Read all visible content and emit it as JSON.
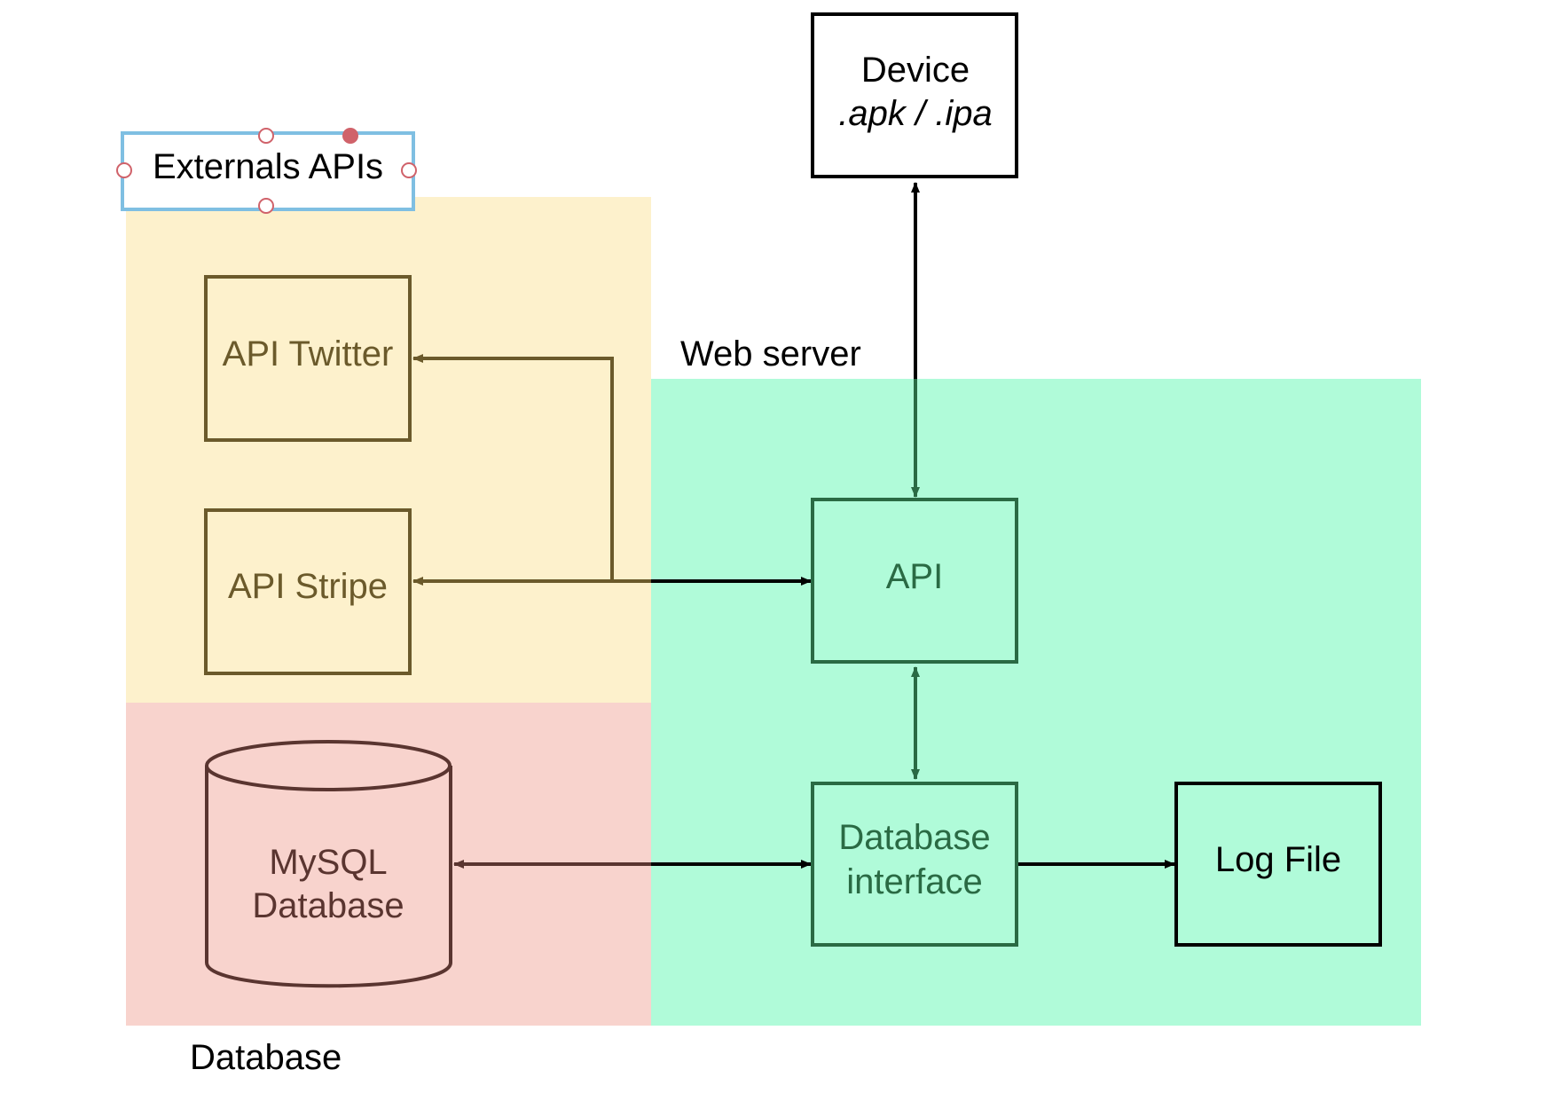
{
  "diagram": {
    "regions": {
      "externals": {
        "label": "Externals APIs",
        "fill": "#fdf1cc"
      },
      "database": {
        "label": "Database",
        "fill": "#f8d3cd"
      },
      "webserver": {
        "label": "Web server",
        "fill": "#b0fbd9"
      }
    },
    "nodes": {
      "device": {
        "line1": "Device",
        "line2": ".apk / .ipa"
      },
      "api_twitter": {
        "label": "API Twitter"
      },
      "api_stripe": {
        "label": "API Stripe"
      },
      "api": {
        "label": "API"
      },
      "mysql": {
        "line1": "MySQL",
        "line2": "Database"
      },
      "db_interface": {
        "line1": "Database",
        "line2": "interface"
      },
      "log_file": {
        "label": "Log File"
      }
    },
    "edges": [
      {
        "from": "Device",
        "to": "API",
        "direction": "both"
      },
      {
        "from": "API Twitter",
        "to": "API",
        "direction": "both"
      },
      {
        "from": "API Stripe",
        "to": "API",
        "direction": "both"
      },
      {
        "from": "API",
        "to": "Database interface",
        "direction": "both"
      },
      {
        "from": "MySQL Database",
        "to": "Database interface",
        "direction": "both"
      },
      {
        "from": "Database interface",
        "to": "Log File",
        "direction": "forward"
      }
    ],
    "colors": {
      "externals_stroke": "#6b5a2b",
      "database_stroke": "#5a3530",
      "webserver_stroke": "#2a6a44",
      "black": "#000000",
      "selection": "#7fbfe2",
      "handle": "#d0626a"
    }
  }
}
